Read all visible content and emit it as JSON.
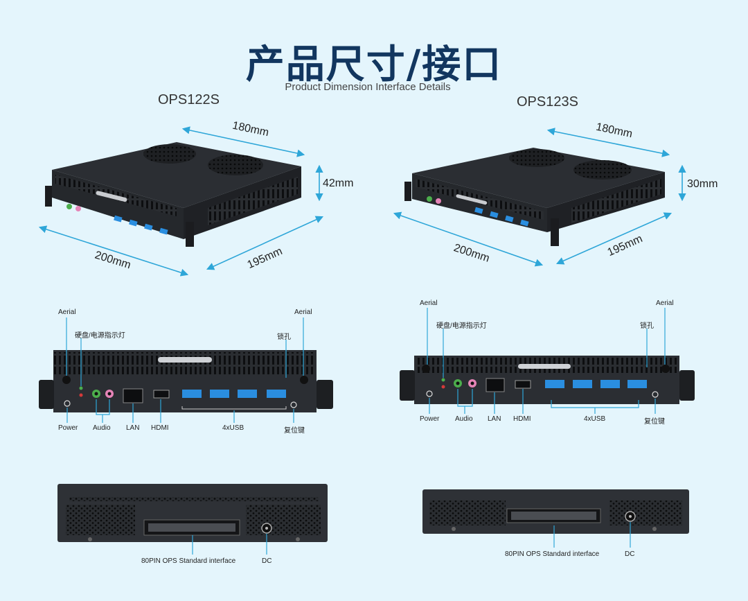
{
  "header": {
    "title": "产品尺寸/接口",
    "subtitle": "Product Dimension Interface Details"
  },
  "models": [
    {
      "name": "OPS122S",
      "dims": {
        "width": "180mm",
        "height": "42mm",
        "front": "200mm",
        "depth": "195mm"
      },
      "ports": {
        "aerial_left": "Aerial",
        "aerial_right": "Aerial",
        "indicator": "硬盘/电源指示灯",
        "lock": "锁孔",
        "power": "Power",
        "audio": "Audio",
        "lan": "LAN",
        "hdmi": "HDMI",
        "usb": "4xUSB",
        "reset": "复位键"
      },
      "rear": {
        "connector": "80PIN OPS Standard interface",
        "dc": "DC"
      }
    },
    {
      "name": "OPS123S",
      "dims": {
        "width": "180mm",
        "height": "30mm",
        "front": "200mm",
        "depth": "195mm"
      },
      "ports": {
        "aerial_left": "Aerial",
        "aerial_right": "Aerial",
        "indicator": "硬盘/电源指示灯",
        "lock": "锁孔",
        "power": "Power",
        "audio": "Audio",
        "lan": "LAN",
        "hdmi": "HDMI",
        "usb": "4xUSB",
        "reset": "复位键"
      },
      "rear": {
        "connector": "80PIN OPS Standard interface",
        "dc": "DC"
      }
    }
  ],
  "colors": {
    "accent": "#2ea6d8",
    "title": "#12365f",
    "usb": "#2a8ee0"
  }
}
